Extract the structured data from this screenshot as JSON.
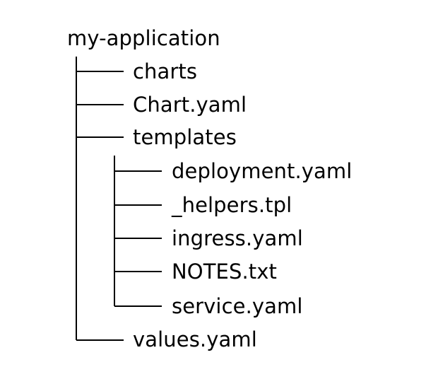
{
  "tree": {
    "root": "my-application",
    "children": [
      {
        "name": "charts"
      },
      {
        "name": "Chart.yaml"
      },
      {
        "name": "templates",
        "children": [
          {
            "name": "deployment.yaml"
          },
          {
            "name": "_helpers.tpl"
          },
          {
            "name": "ingress.yaml"
          },
          {
            "name": "NOTES.txt"
          },
          {
            "name": "service.yaml"
          }
        ]
      },
      {
        "name": "values.yaml"
      }
    ]
  }
}
